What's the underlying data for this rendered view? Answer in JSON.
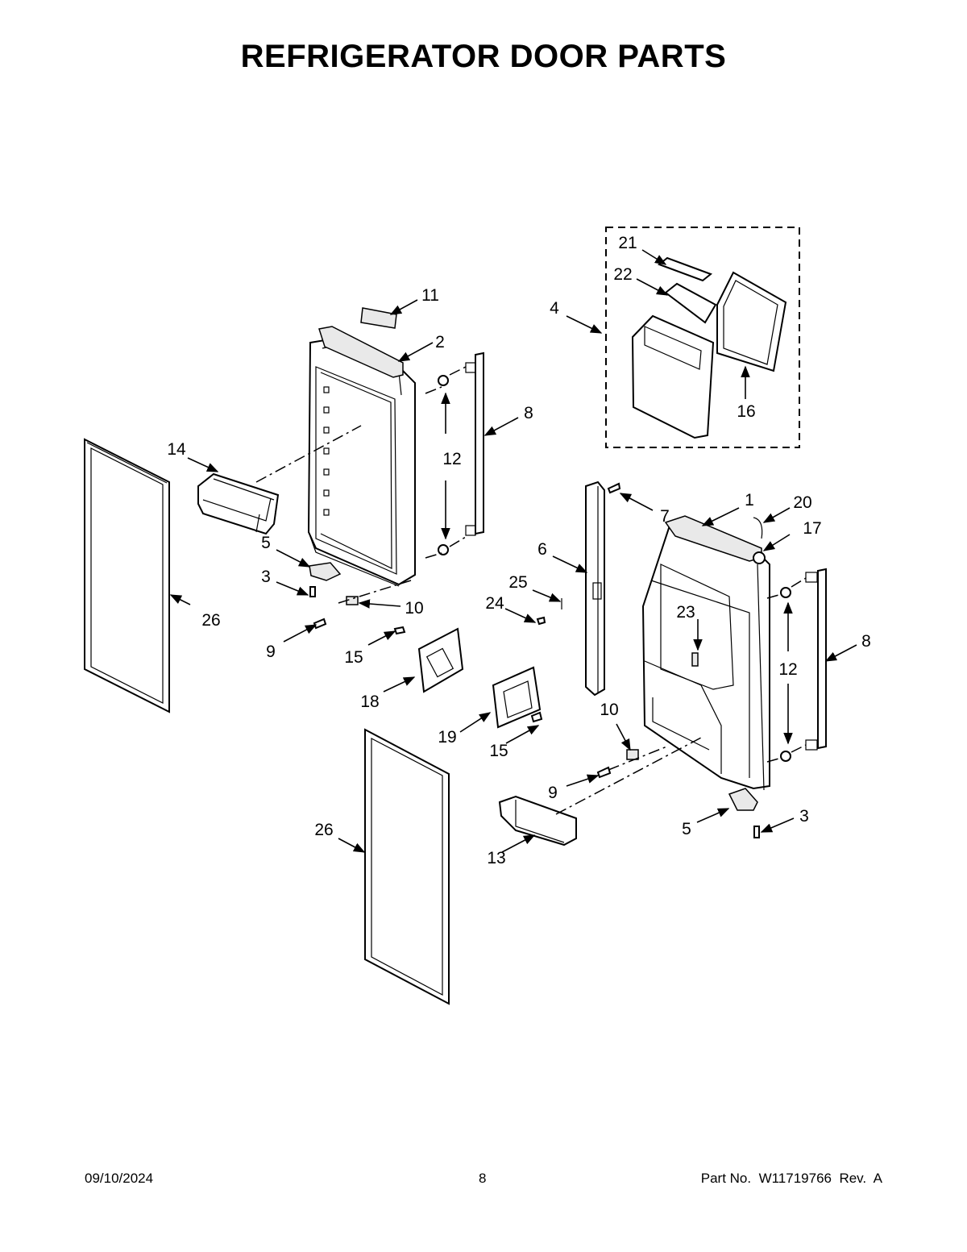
{
  "title": "REFRIGERATOR DOOR PARTS",
  "footer": {
    "date": "09/10/2024",
    "page": "8",
    "part_label": "Part No.",
    "part_number": "W11719766",
    "rev_label": "Rev.",
    "rev": "A"
  },
  "callouts": {
    "c1": "1",
    "c2": "2",
    "c3a": "3",
    "c3b": "3",
    "c4": "4",
    "c5a": "5",
    "c5b": "5",
    "c6": "6",
    "c7": "7",
    "c8a": "8",
    "c8b": "8",
    "c9a": "9",
    "c9b": "9",
    "c10a": "10",
    "c10b": "10",
    "c11": "11",
    "c12a": "12",
    "c12b": "12",
    "c13": "13",
    "c14": "14",
    "c15a": "15",
    "c15b": "15",
    "c16": "16",
    "c17": "17",
    "c18": "18",
    "c19": "19",
    "c20": "20",
    "c21": "21",
    "c22": "22",
    "c23": "23",
    "c24": "24",
    "c25": "25",
    "c26a": "26",
    "c26b": "26"
  }
}
